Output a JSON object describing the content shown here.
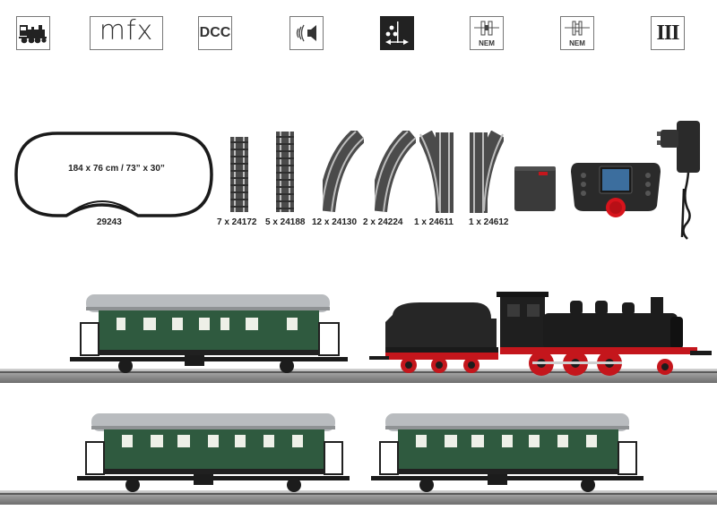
{
  "icons": [
    {
      "name": "steam-locomotive-icon"
    },
    {
      "name": "mfx-logo",
      "text": "mfx"
    },
    {
      "name": "dcc-logo",
      "text": "DCC"
    },
    {
      "name": "sound-icon"
    },
    {
      "name": "lighting-icon"
    },
    {
      "name": "nem-coupler-icon-1",
      "text": "NEM"
    },
    {
      "name": "nem-coupler-icon-2",
      "text": "NEM"
    },
    {
      "name": "epoch-icon",
      "text": "III"
    }
  ],
  "track_layout": {
    "dimensions": "184 x 76 cm / 73” x 30”",
    "set_number": "29243"
  },
  "track_items": [
    {
      "label": "7 x 24172"
    },
    {
      "label": "5 x 24188"
    },
    {
      "label": "12 x 24130"
    },
    {
      "label": "2 x 24224"
    },
    {
      "label": "1 x 24611"
    },
    {
      "label": "1 x 24612"
    }
  ],
  "colors": {
    "coach_green": "#2f5a3f",
    "coach_roof": "#b9bcbf",
    "loco_black": "#1c1c1c",
    "loco_red": "#c4161c",
    "controller_knob": "#d7141c"
  }
}
